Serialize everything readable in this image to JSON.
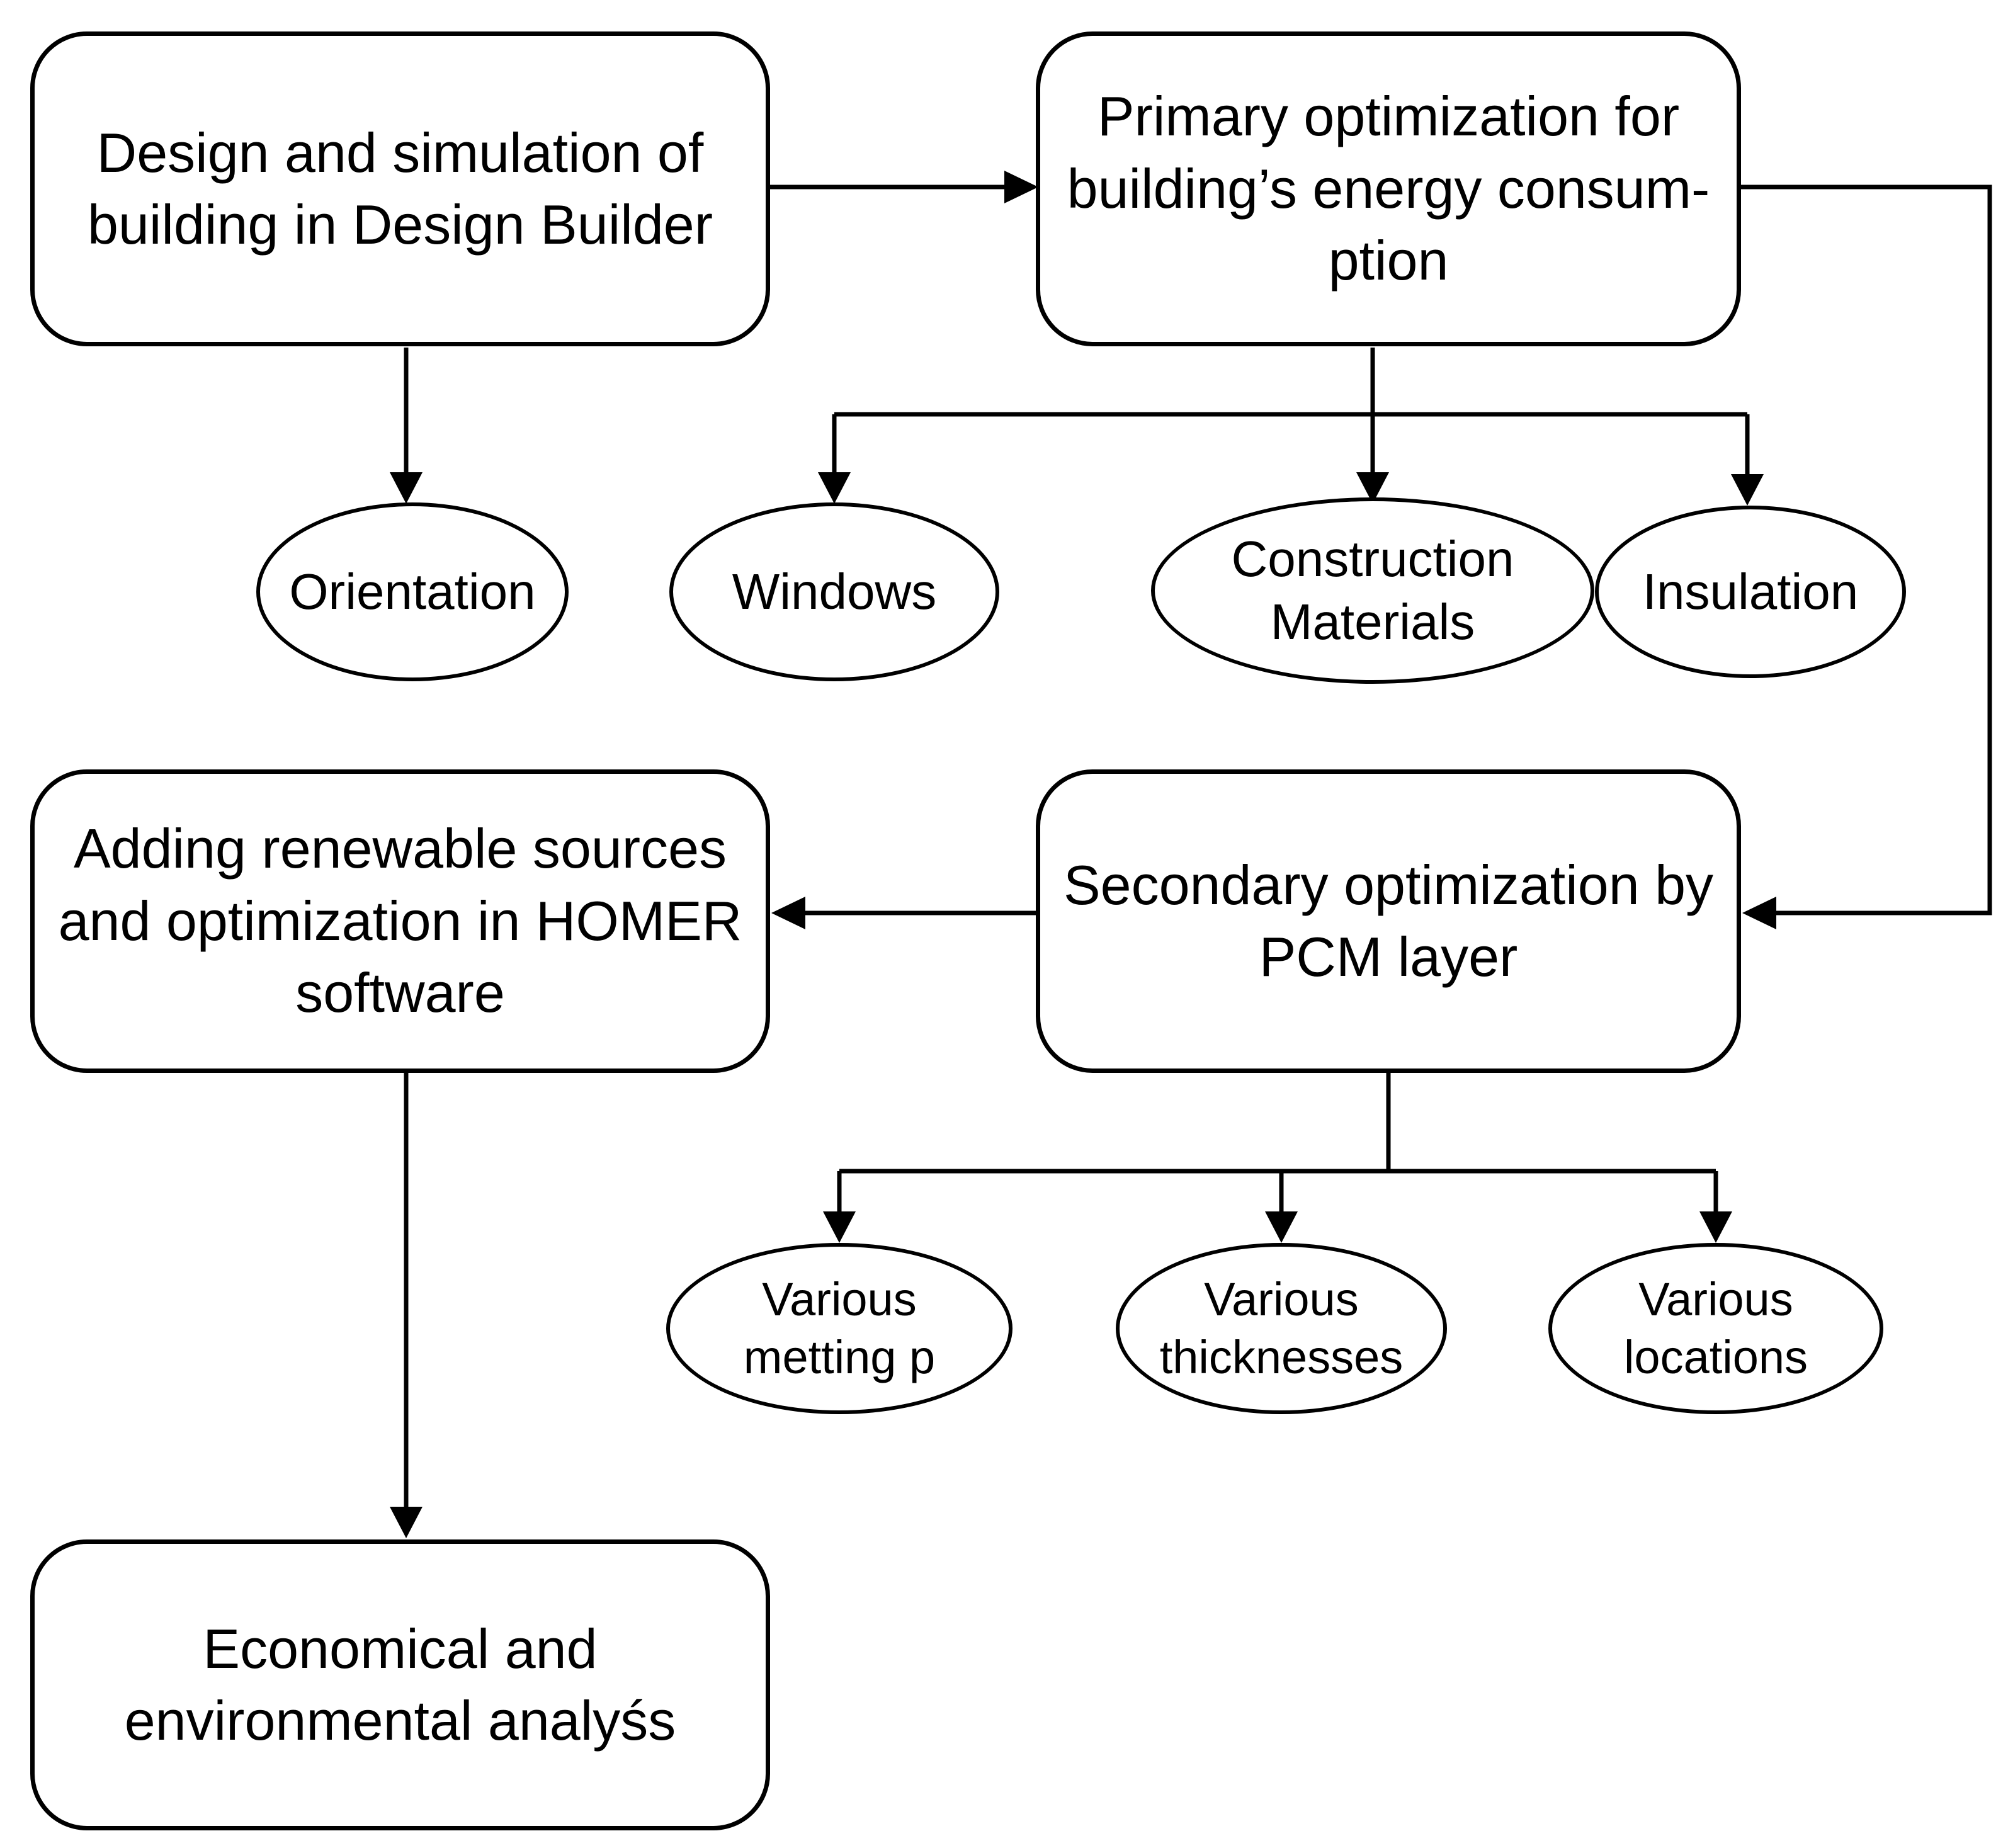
{
  "colors": {
    "stroke": "#000000",
    "text": "#000000",
    "background": "#ffffff"
  },
  "nodes": {
    "design": {
      "label": "Design and simulation of\nbuilding in Design Builder"
    },
    "primary": {
      "label": "Primary optimization for\nbuilding’s energy consum-\nption"
    },
    "homer": {
      "label": "Adding renewable sources\nand optimization in HOMER\nsoftware"
    },
    "secondary": {
      "label": "Secondary optimization by\nPCM layer"
    },
    "economic": {
      "label": "Economical and\nenvironmental analyśs"
    },
    "orientation": {
      "label": "Orientation"
    },
    "windows": {
      "label": "Windows"
    },
    "construction": {
      "label": "Construction\nMaterials"
    },
    "insulation": {
      "label": "Insulation"
    },
    "melting": {
      "label": "Various\nmetting p"
    },
    "thicknesses": {
      "label": "Various\nthicknesses"
    },
    "locations": {
      "label": "Various\nlocations"
    }
  }
}
